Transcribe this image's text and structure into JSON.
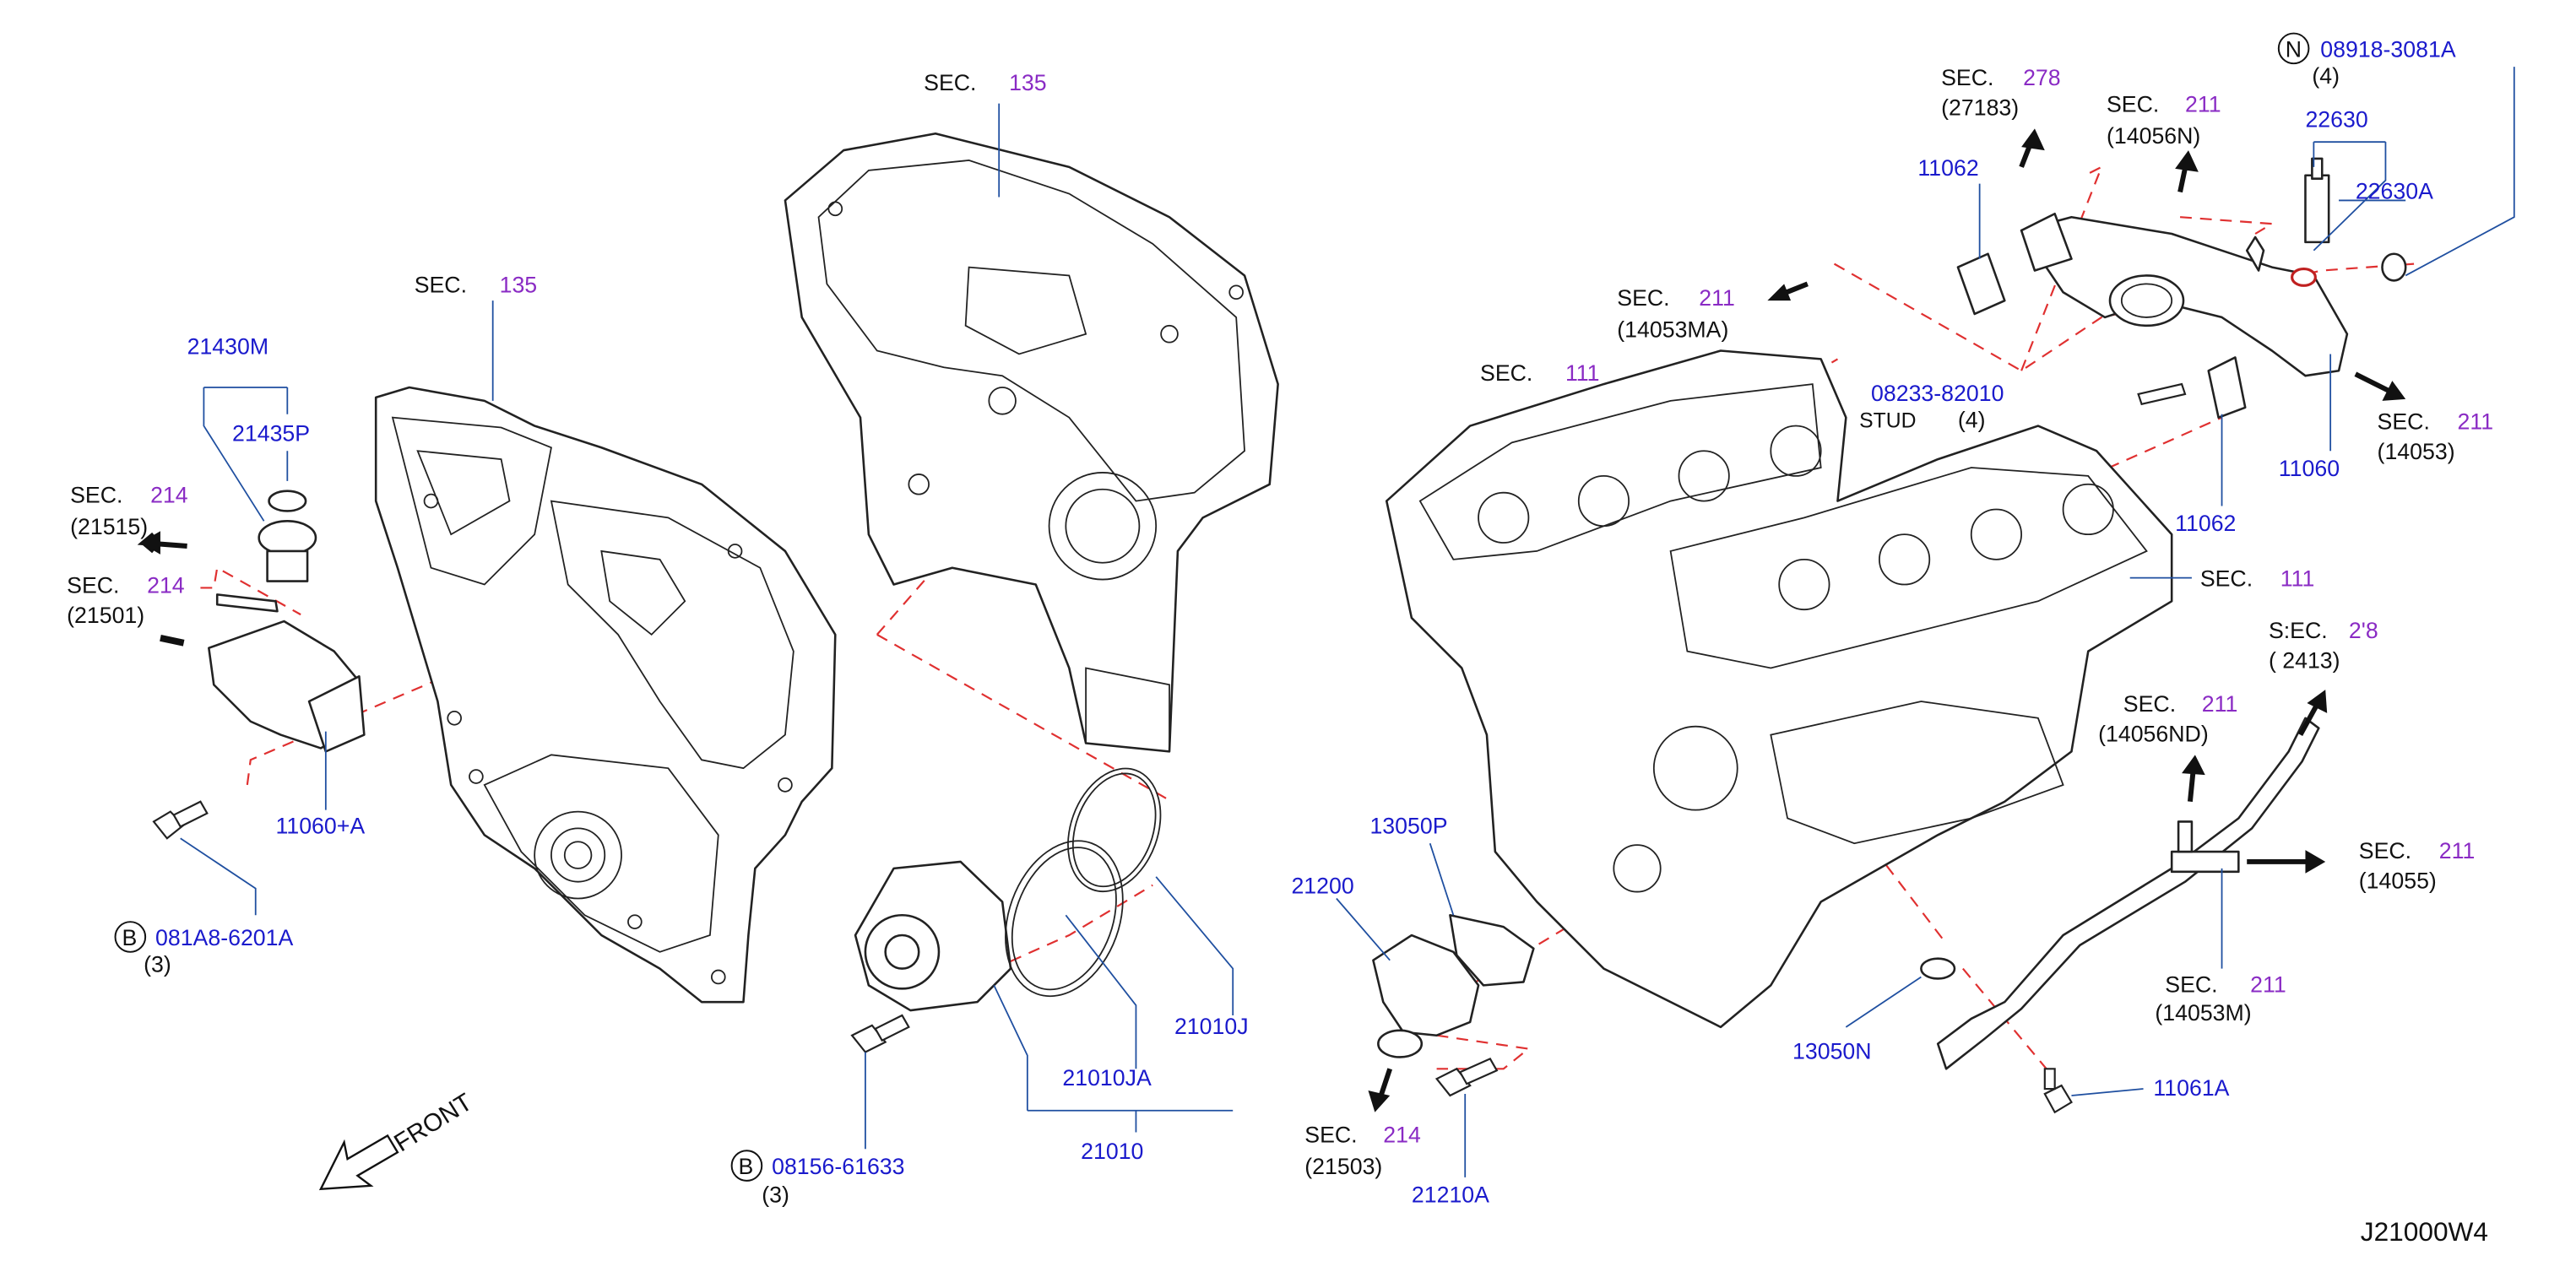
{
  "diagram_code": "J21000W4",
  "front_label": "FRONT",
  "sec_prefix": "SEC.",
  "sections": {
    "s135a": {
      "num": "135",
      "sub": ""
    },
    "s135b": {
      "num": "135",
      "sub": ""
    },
    "s214a": {
      "num": "214",
      "sub": "(21515)"
    },
    "s214b": {
      "num": "214",
      "sub": "(21501)"
    },
    "s211_14053ma": {
      "num": "211",
      "sub": "(14053MA)"
    },
    "s278": {
      "num": "278",
      "sub": "(27183)"
    },
    "s211_14056n": {
      "num": "211",
      "sub": "(14056N)"
    },
    "s111a": {
      "num": "111",
      "sub": ""
    },
    "s111b": {
      "num": "111",
      "sub": ""
    },
    "s211_14053": {
      "num": "211",
      "sub": "(14053)"
    },
    "s2_8": {
      "num": "2'8",
      "sub": "( 2413)",
      "prefix": "S:EC."
    },
    "s211_14056nd": {
      "num": "211",
      "sub": "(14056ND)"
    },
    "s211_14055": {
      "num": "211",
      "sub": "(14055)"
    },
    "s211_14053m": {
      "num": "211",
      "sub": "(14053M)"
    },
    "s214c": {
      "num": "214",
      "sub": "(21503)"
    }
  },
  "parts": {
    "p21430M": "21430M",
    "p21435P": "21435P",
    "p11060A": "11060+A",
    "pB081A8": "081A8-6201A",
    "pB081A8_qty": "(3)",
    "p21010JA": "21010JA",
    "p21010J": "21010J",
    "p21010": "21010",
    "pB08156": "08156-61633",
    "pB08156_qty": "(3)",
    "p13050P": "13050P",
    "p21200": "21200",
    "p21210A": "21210A",
    "p13050N": "13050N",
    "p11061A": "11061A",
    "p11062a": "11062",
    "p11062b": "11062",
    "p11060": "11060",
    "p22630": "22630",
    "p22630A": "22630A",
    "pN08918": "08918-3081A",
    "pN08918_qty": "(4)",
    "p08233": "08233-82010",
    "stud": "STUD",
    "stud_qty": "(4)"
  },
  "markers": {
    "b": "B",
    "n": "N"
  }
}
